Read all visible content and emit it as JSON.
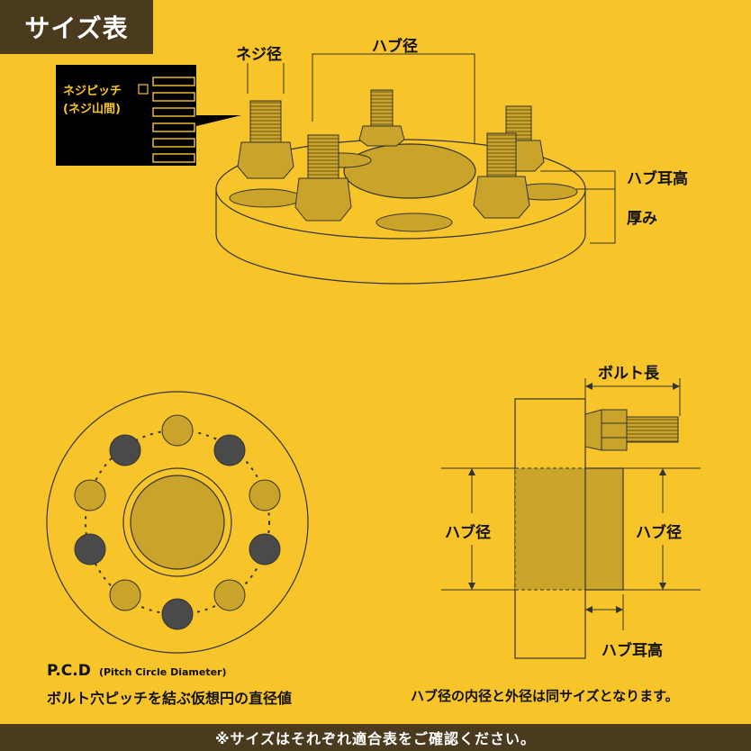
{
  "title": "サイズ表",
  "top_diagram": {
    "thread_diameter": "ネジ径",
    "hub_diameter": "ハブ径",
    "thread_pitch_line1": "ネジピッチ",
    "thread_pitch_line2": "(ネジ山間)",
    "hub_lip_height": "ハブ耳高",
    "thickness": "厚み"
  },
  "pcd": {
    "label": "P.C.D",
    "label_full": "(Pitch Circle Diameter)",
    "description": "ボルト穴ピッチを結ぶ仮想円の直径値"
  },
  "side_diagram": {
    "bolt_length": "ボルト長",
    "hub_diameter_left": "ハブ径",
    "hub_diameter_right": "ハブ径",
    "hub_lip_height": "ハブ耳高",
    "note": "ハブ径の内径と外径は同サイズとなります。"
  },
  "footer": "※サイズはそれぞれ適合表をご確認ください。",
  "colors": {
    "background": "#f7c52a",
    "dark_brown": "#4a3b1e",
    "gold": "#c9a32a",
    "outline": "#333333"
  }
}
